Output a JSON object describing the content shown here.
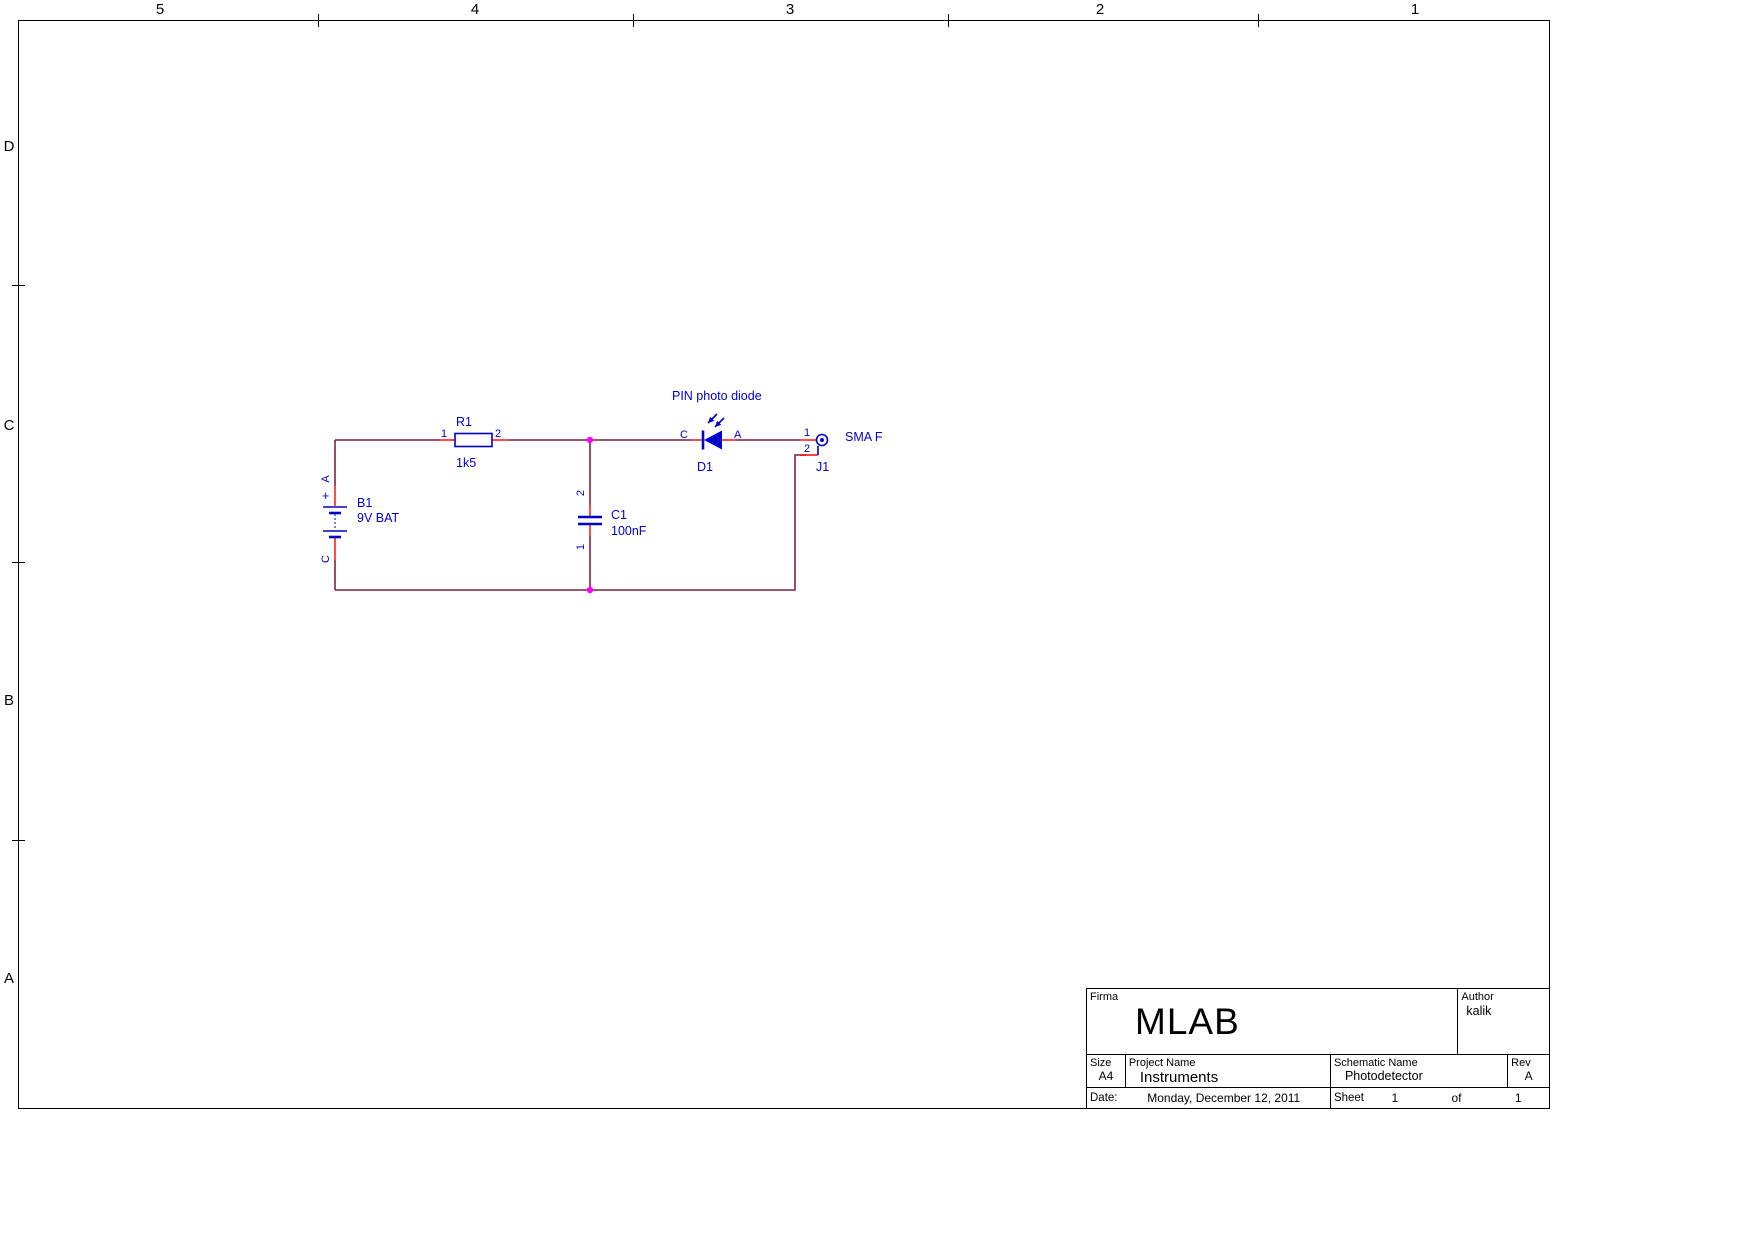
{
  "zones": {
    "columns": [
      "5",
      "4",
      "3",
      "2",
      "1"
    ],
    "rows": [
      "D",
      "C",
      "B",
      "A"
    ]
  },
  "colors": {
    "wire": "#7b2144",
    "pin": "#ff0000",
    "symbol": "#0000cc",
    "junction": "#ff00ff",
    "text": "#0000cc"
  },
  "schematic": {
    "note": "PIN photo diode",
    "b1": {
      "ref": "B1",
      "value": "9V BAT",
      "plus": "+",
      "pin_a": "A",
      "pin_c": "C"
    },
    "r1": {
      "ref": "R1",
      "value": "1k5",
      "pin1": "1",
      "pin2": "2"
    },
    "c1": {
      "ref": "C1",
      "value": "100nF",
      "pin1": "1",
      "pin2": "2"
    },
    "d1": {
      "ref": "D1",
      "pin_c": "C",
      "pin_a": "A"
    },
    "j1": {
      "ref": "J1",
      "value": "SMA F",
      "pin1": "1",
      "pin2": "2"
    }
  },
  "titleblock": {
    "firma_label": "Firma",
    "firma": "MLAB",
    "author_label": "Author",
    "author": "kalik",
    "size_label": "Size",
    "size": "A4",
    "project_label": "Project Name",
    "project": "Instruments",
    "schematic_label": "Schematic Name",
    "schematic": "Photodetector",
    "rev_label": "Rev",
    "rev": "A",
    "date_label": "Date:",
    "date": "Monday, December 12, 2011",
    "sheet_label": "Sheet",
    "sheet_number": "1",
    "of_label": "of",
    "sheet_total": "1"
  }
}
